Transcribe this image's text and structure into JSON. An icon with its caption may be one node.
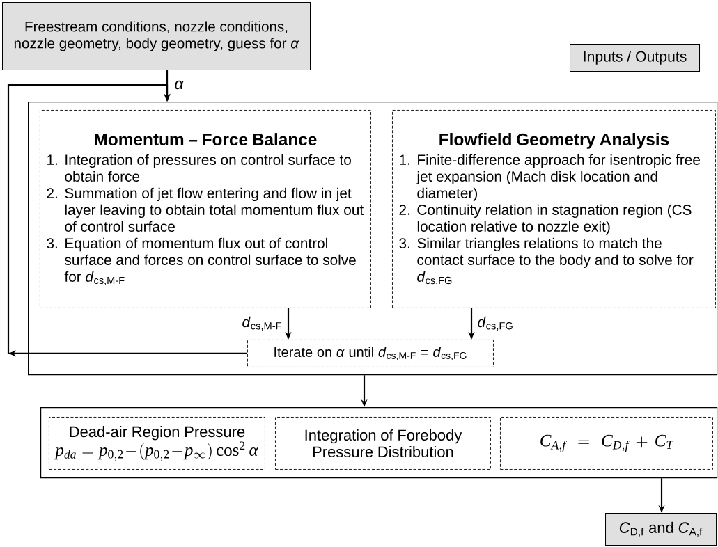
{
  "diagram": {
    "nodes": [
      {
        "text": [
          "Freestream conditions, nozzle conditions, nozzle geometry, body geometry, guess for *α*"
        ]
      },
      {
        "text": [],
        "shape": "box"
      },
      {
        "text": [
          "Momentum – Force Balance",
          "1. Integration of pressures on control surface to obtain force",
          "2. Summation of jet flow entering and flow in jet layer leaving to obtain total momentum flux out of control surface",
          "3. Equation of momentum flux out of control surface and forces on control surface to solve for *d*$_{cs,M-F}$"
        ],
        "in": 1
      },
      {
        "text": [
          "Flowfield Geometry Analysis",
          "1. Finite-difference approach for isentropic free jet expansion (Mach disk location and diameter)",
          "2. Continuity relation in stagnation region (CS location relative to nozzle exit)",
          "3. Similar triangles relations to match the contact surface to the body and to solve for *d*$_{cs,FG}$"
        ],
        "in": 1
      },
      {
        "text": [
          "Iterate on *α* until *d*$_{cs,M-F}$ = *d*$_{cs,FG}$"
        ],
        "in": 1
      },
      {
        "text": [],
        "shape": "box"
      },
      {
        "text": [
          "Dead-air Region Pressure",
          "p_{da} = p_{0,2} - (p_{0,2} - p_{\\infty})\\cos^{2}\\alpha"
        ],
        "in": 5
      },
      {
        "text": [
          "Integration of Forebody Pressure Distribution"
        ],
        "in": 5
      },
      {
        "text": [
          "C_{A,f} = C_{D,f} + C_{T}"
        ],
        "in": 5
      },
      {
        "text": [
          "*C*$_{D,f}$ and *C*$_{A,f}$"
        ]
      }
    ],
    "edges": [
      {
        "from": 0,
        "to": 1,
        "arrow": "to",
        "label": "*α*"
      },
      {
        "from": 2,
        "to": 4,
        "arrow": "to",
        "label": "*d*$_{cs,M-F}$"
      },
      {
        "from": 3,
        "to": 4,
        "arrow": "to",
        "label": "*d*$_{cs,FG}$"
      },
      {
        "from": 4,
        "to": 1,
        "arrow": "to"
      },
      {
        "from": 1,
        "to": 5,
        "arrow": "to"
      },
      {
        "from": 5,
        "to": 9,
        "arrow": "to"
      }
    ],
    "legend": [
      {
        "text": "Inputs / Outputs",
        "color": "#e0e0e0"
      }
    ]
  }
}
